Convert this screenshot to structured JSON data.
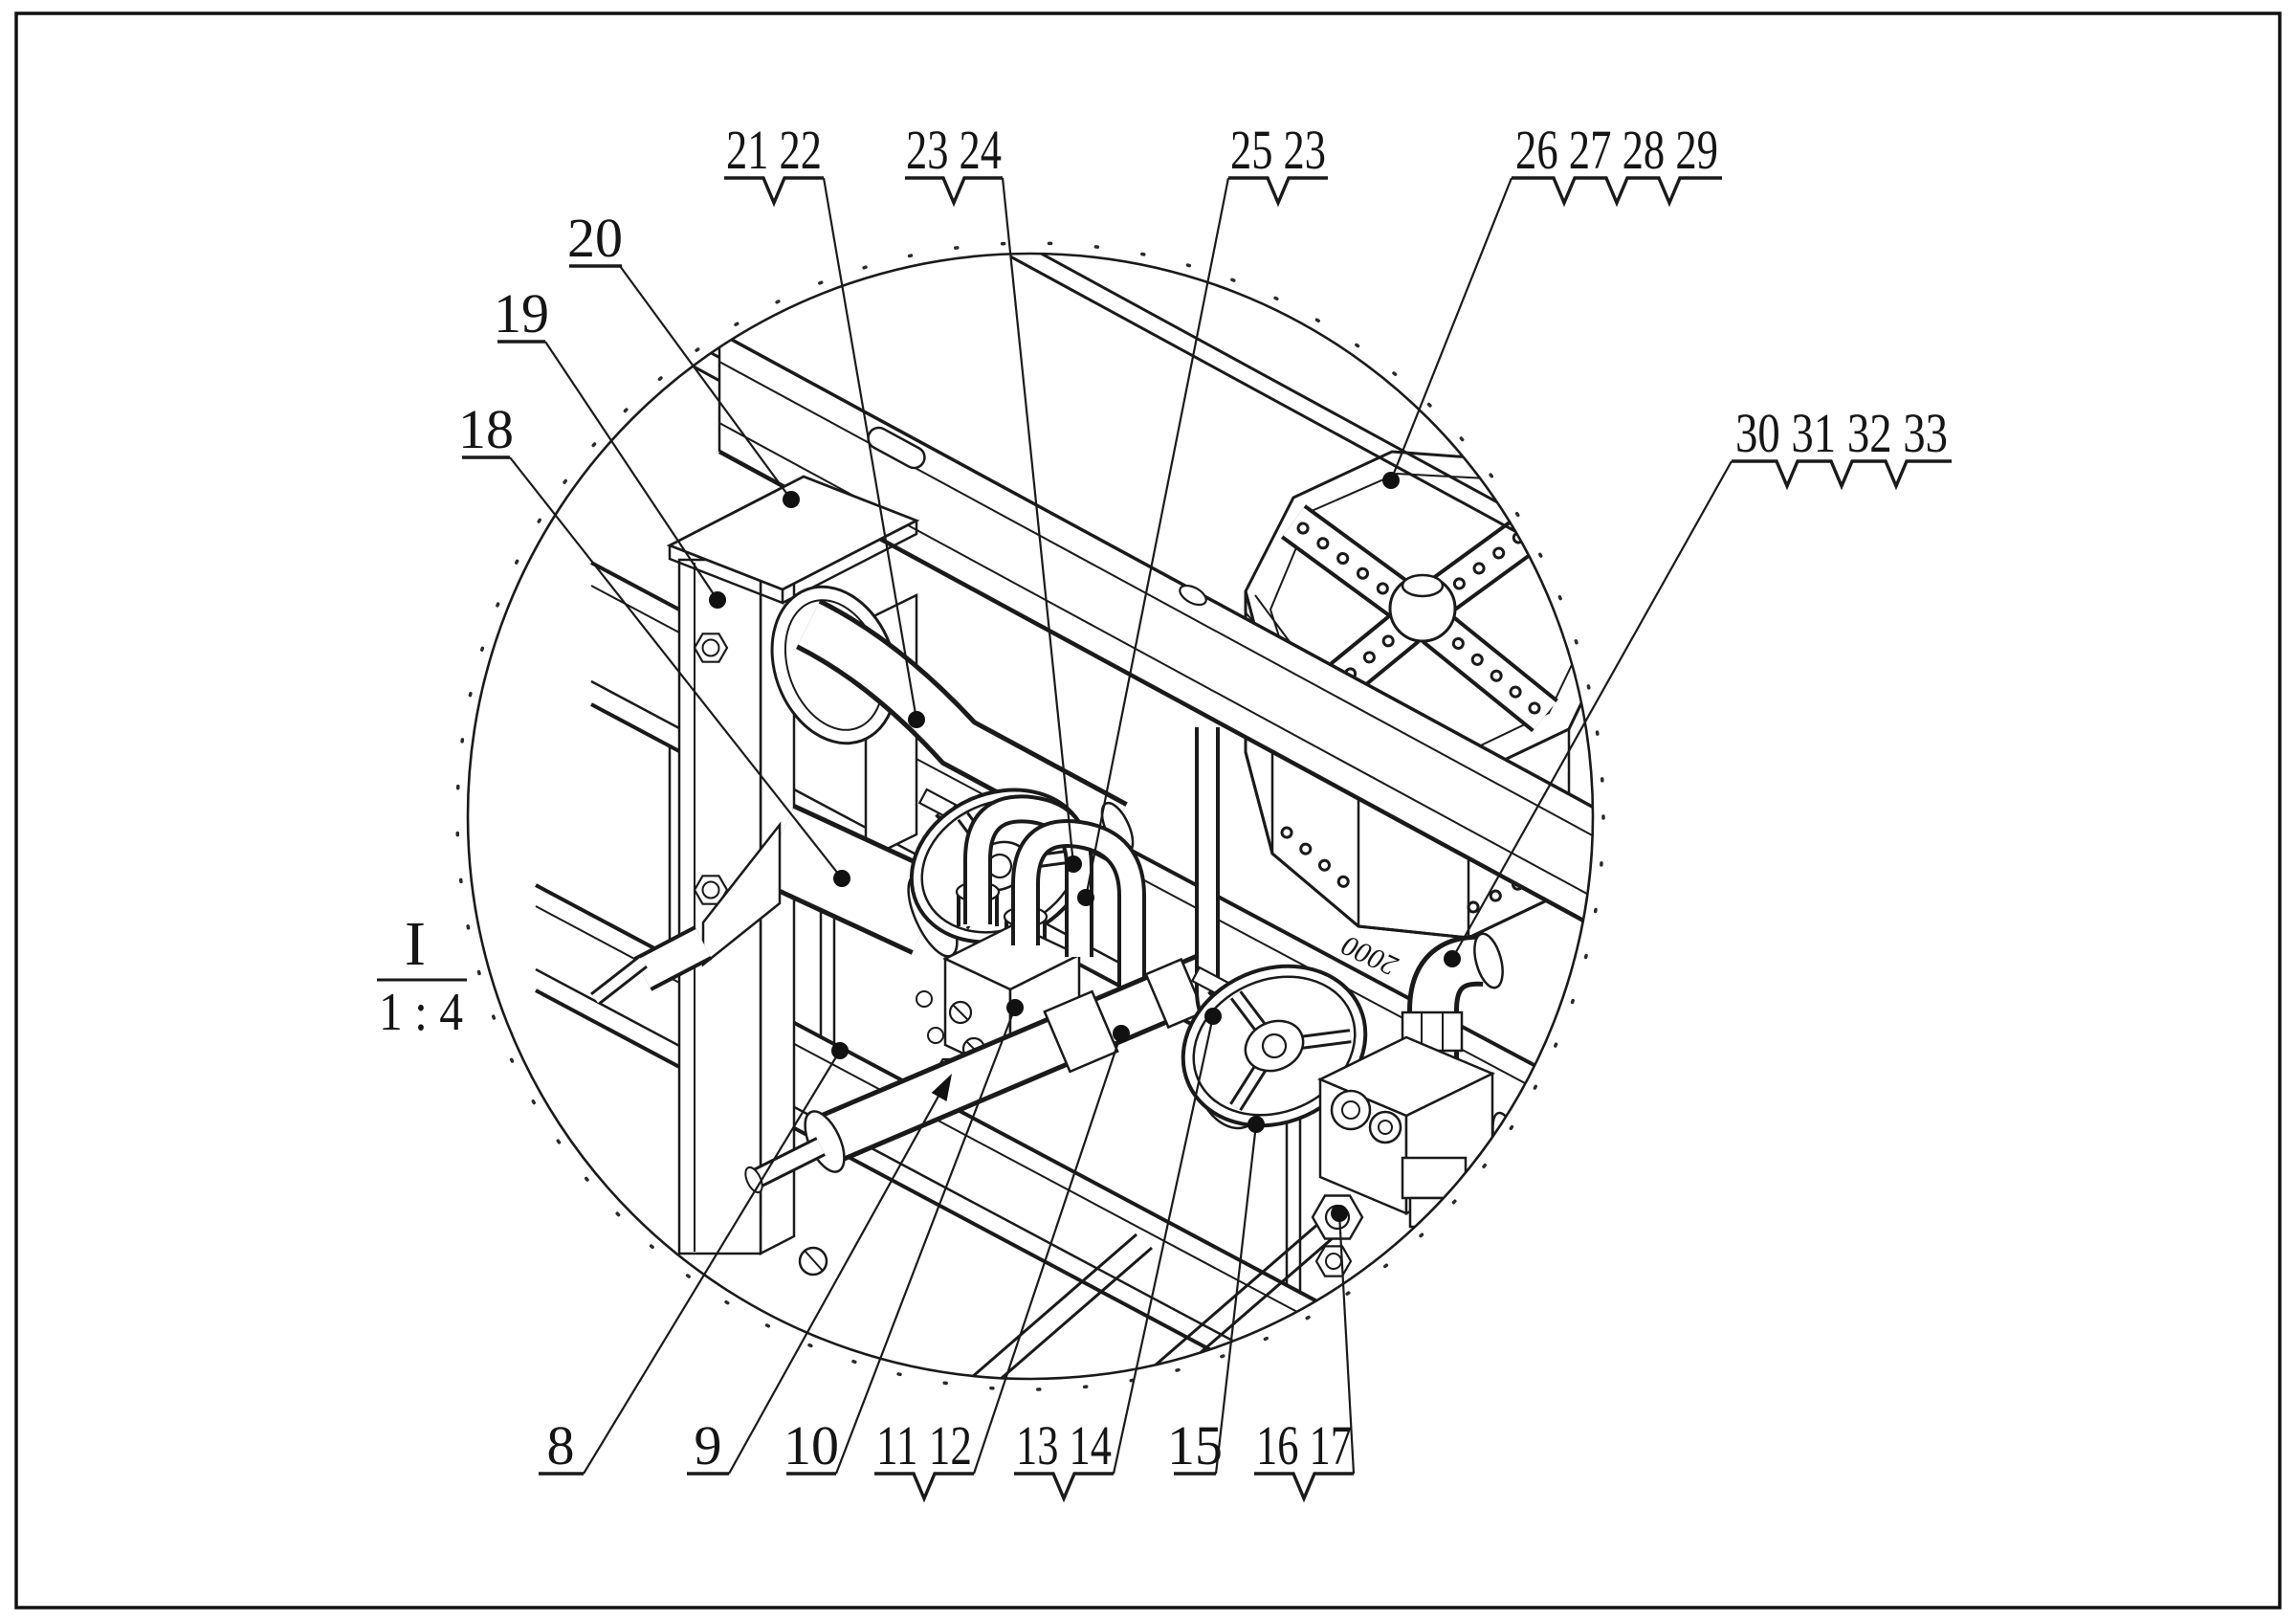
{
  "figure": {
    "detail_label": "I",
    "detail_scale": "1 : 4",
    "equipment_marking": "2000",
    "callouts": {
      "c8": "8",
      "c9": "9",
      "c10": "10",
      "c11_12": "11 12",
      "c13_14": "13 14",
      "c15": "15",
      "c16_17": "16 17",
      "c18": "18",
      "c19": "19",
      "c20": "20",
      "c21_22": "21 22",
      "c23_24": "23 24",
      "c25_23": "25 23",
      "c26_29": "26 27 28 29",
      "c30_33": "30 31 32 33"
    }
  }
}
